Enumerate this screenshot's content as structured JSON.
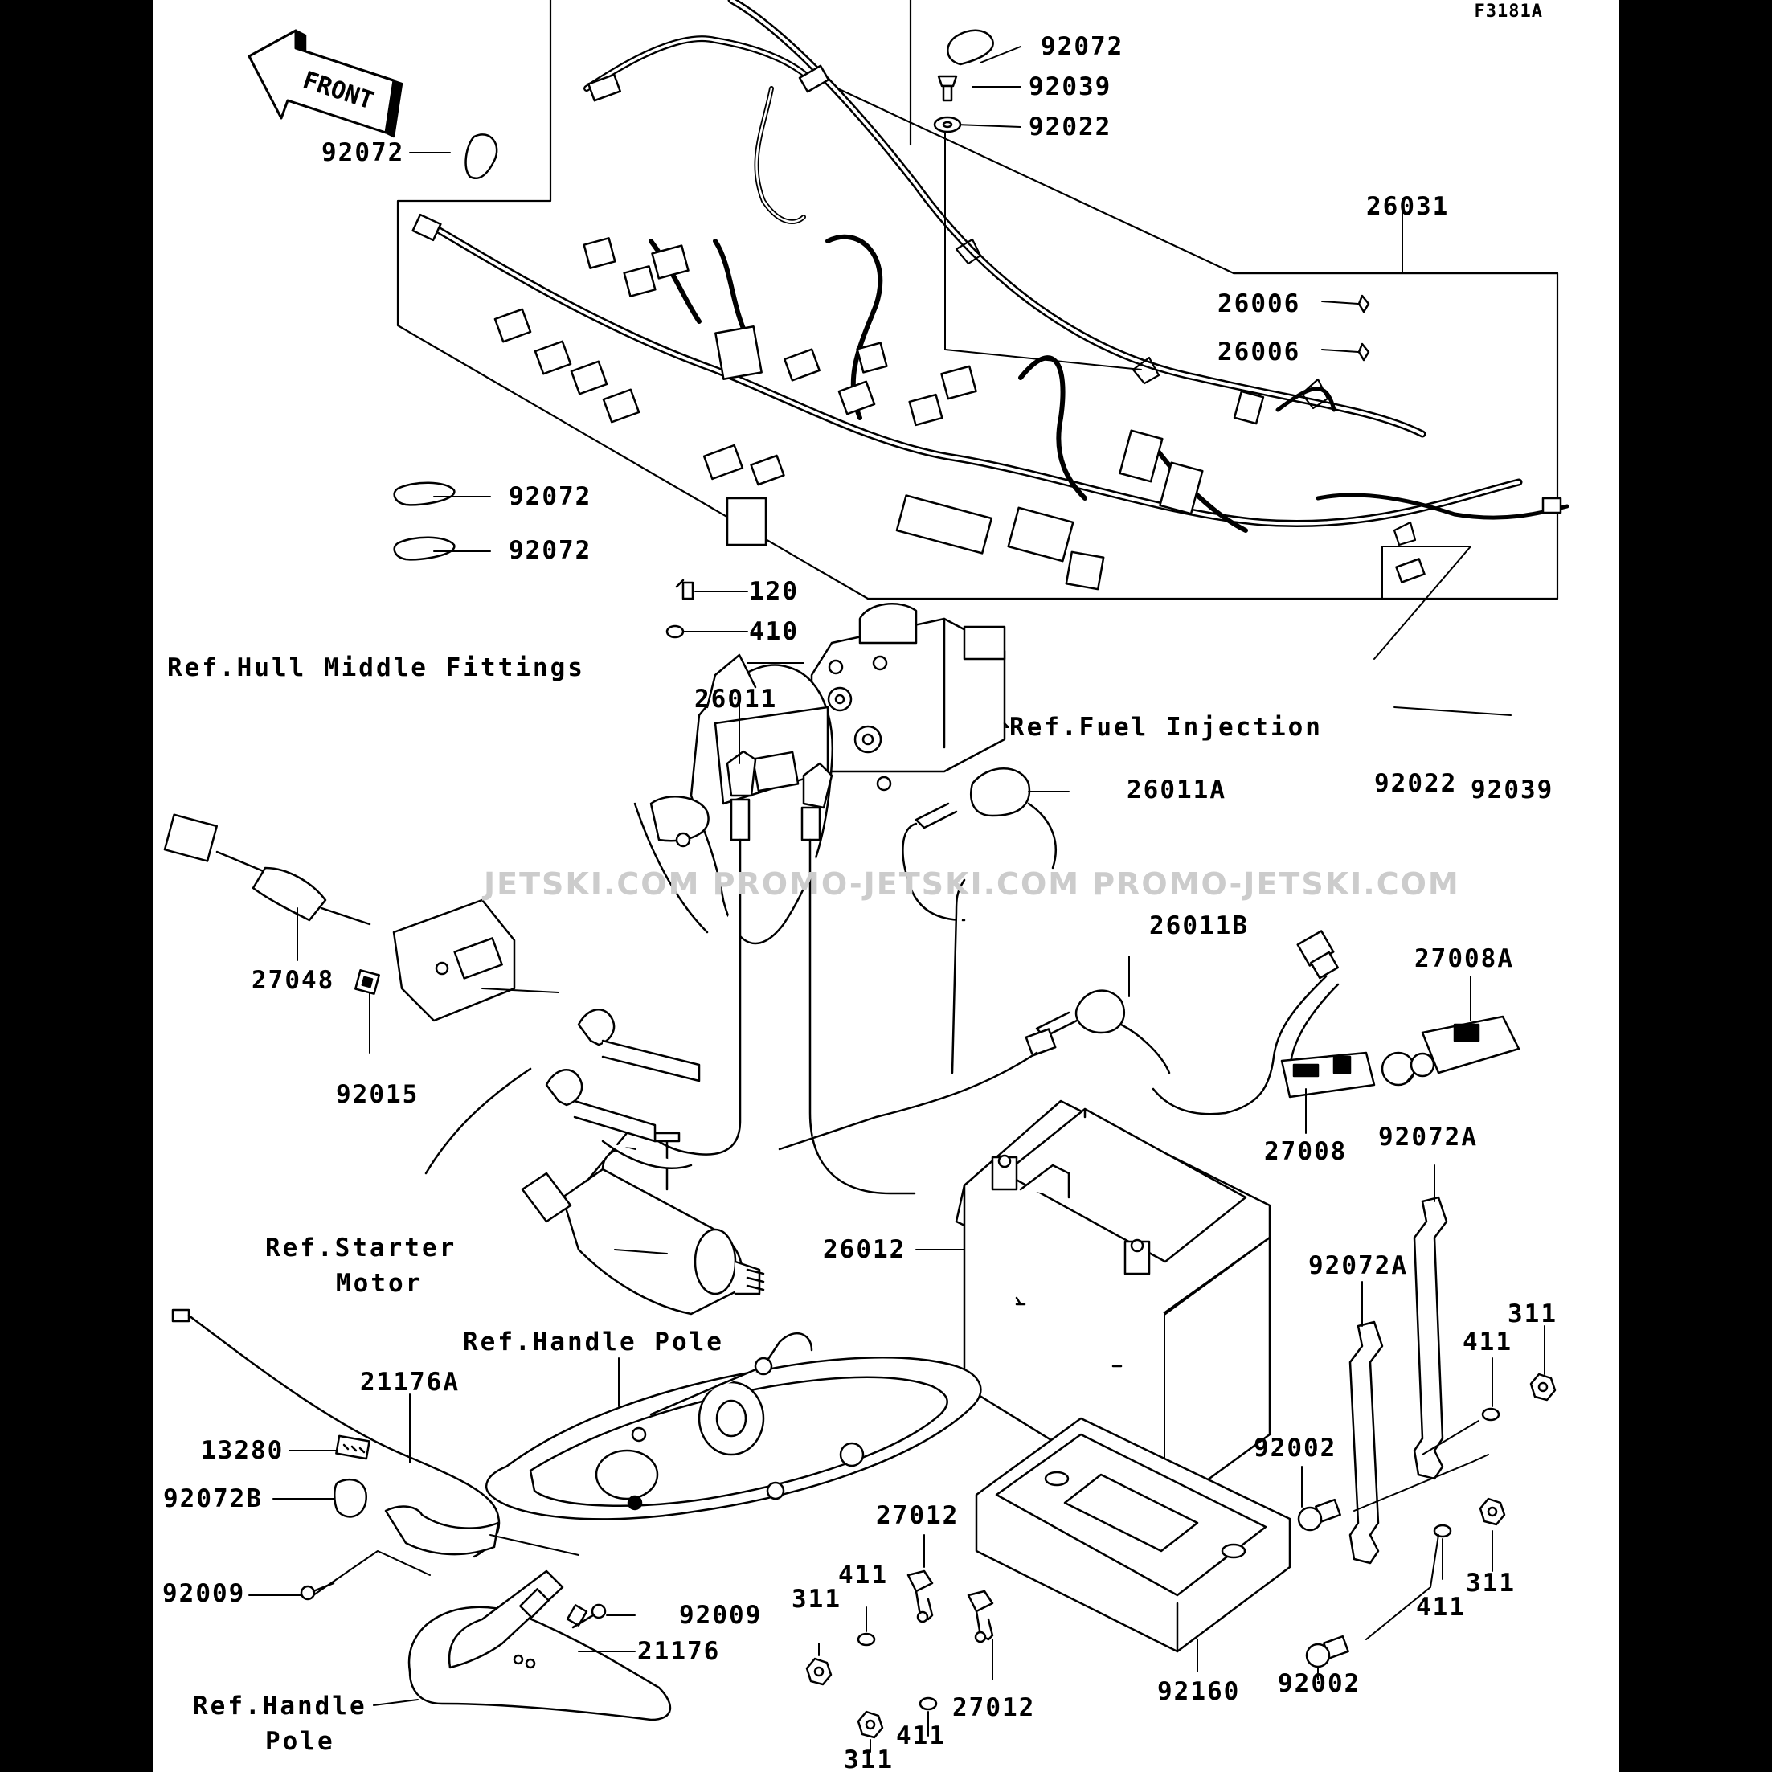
{
  "figure_code": "F3181A",
  "front_label": "FRONT",
  "watermark": "JETSKI.COM  PROMO-JETSKI.COM  PROMO-JETSKI.COM",
  "parts": [
    {
      "id": "p92072-top",
      "text": "92072"
    },
    {
      "id": "p92039-top",
      "text": "92039"
    },
    {
      "id": "p92022-top",
      "text": "92022"
    },
    {
      "id": "p92072-left",
      "text": "92072"
    },
    {
      "id": "p26031",
      "text": "26031"
    },
    {
      "id": "p26006-a",
      "text": "26006"
    },
    {
      "id": "p26006-b",
      "text": "26006"
    },
    {
      "id": "p92072-c",
      "text": "92072"
    },
    {
      "id": "p92072-d",
      "text": "92072"
    },
    {
      "id": "p120",
      "text": "120"
    },
    {
      "id": "p410",
      "text": "410"
    },
    {
      "id": "p26011",
      "text": "26011"
    },
    {
      "id": "p92022-r",
      "text": "92022"
    },
    {
      "id": "p92039-r",
      "text": "92039"
    },
    {
      "id": "p26011A",
      "text": "26011A"
    },
    {
      "id": "p27048",
      "text": "27048"
    },
    {
      "id": "p26011B",
      "text": "26011B"
    },
    {
      "id": "p27008A",
      "text": "27008A"
    },
    {
      "id": "p92015",
      "text": "92015"
    },
    {
      "id": "p27008",
      "text": "27008"
    },
    {
      "id": "p92072A-a",
      "text": "92072A"
    },
    {
      "id": "p26012",
      "text": "26012"
    },
    {
      "id": "p92072A-b",
      "text": "92072A"
    },
    {
      "id": "p311-a",
      "text": "311"
    },
    {
      "id": "p411-a",
      "text": "411"
    },
    {
      "id": "p21176A",
      "text": "21176A"
    },
    {
      "id": "p13280",
      "text": "13280"
    },
    {
      "id": "p92002-a",
      "text": "92002"
    },
    {
      "id": "p92072B",
      "text": "92072B"
    },
    {
      "id": "p27012-a",
      "text": "27012"
    },
    {
      "id": "p311-b",
      "text": "311"
    },
    {
      "id": "p411-b",
      "text": "411"
    },
    {
      "id": "p92009-a",
      "text": "92009"
    },
    {
      "id": "p311-c",
      "text": "311"
    },
    {
      "id": "p92009-b",
      "text": "92009"
    },
    {
      "id": "p411-c",
      "text": "411"
    },
    {
      "id": "p21176",
      "text": "21176"
    },
    {
      "id": "p92002-b",
      "text": "92002"
    },
    {
      "id": "p92160",
      "text": "92160"
    },
    {
      "id": "p27012-b",
      "text": "27012"
    },
    {
      "id": "p411-d",
      "text": "411"
    },
    {
      "id": "p311-d",
      "text": "311"
    }
  ],
  "refs": {
    "hull": "Ref.Hull Middle Fittings",
    "fuel": "Ref.Fuel Injection",
    "starter_1": "Ref.Starter",
    "starter_2": "Motor",
    "handle_pole": "Ref.Handle Pole",
    "handle_pole_b1": "Ref.Handle",
    "handle_pole_b2": "Pole"
  }
}
